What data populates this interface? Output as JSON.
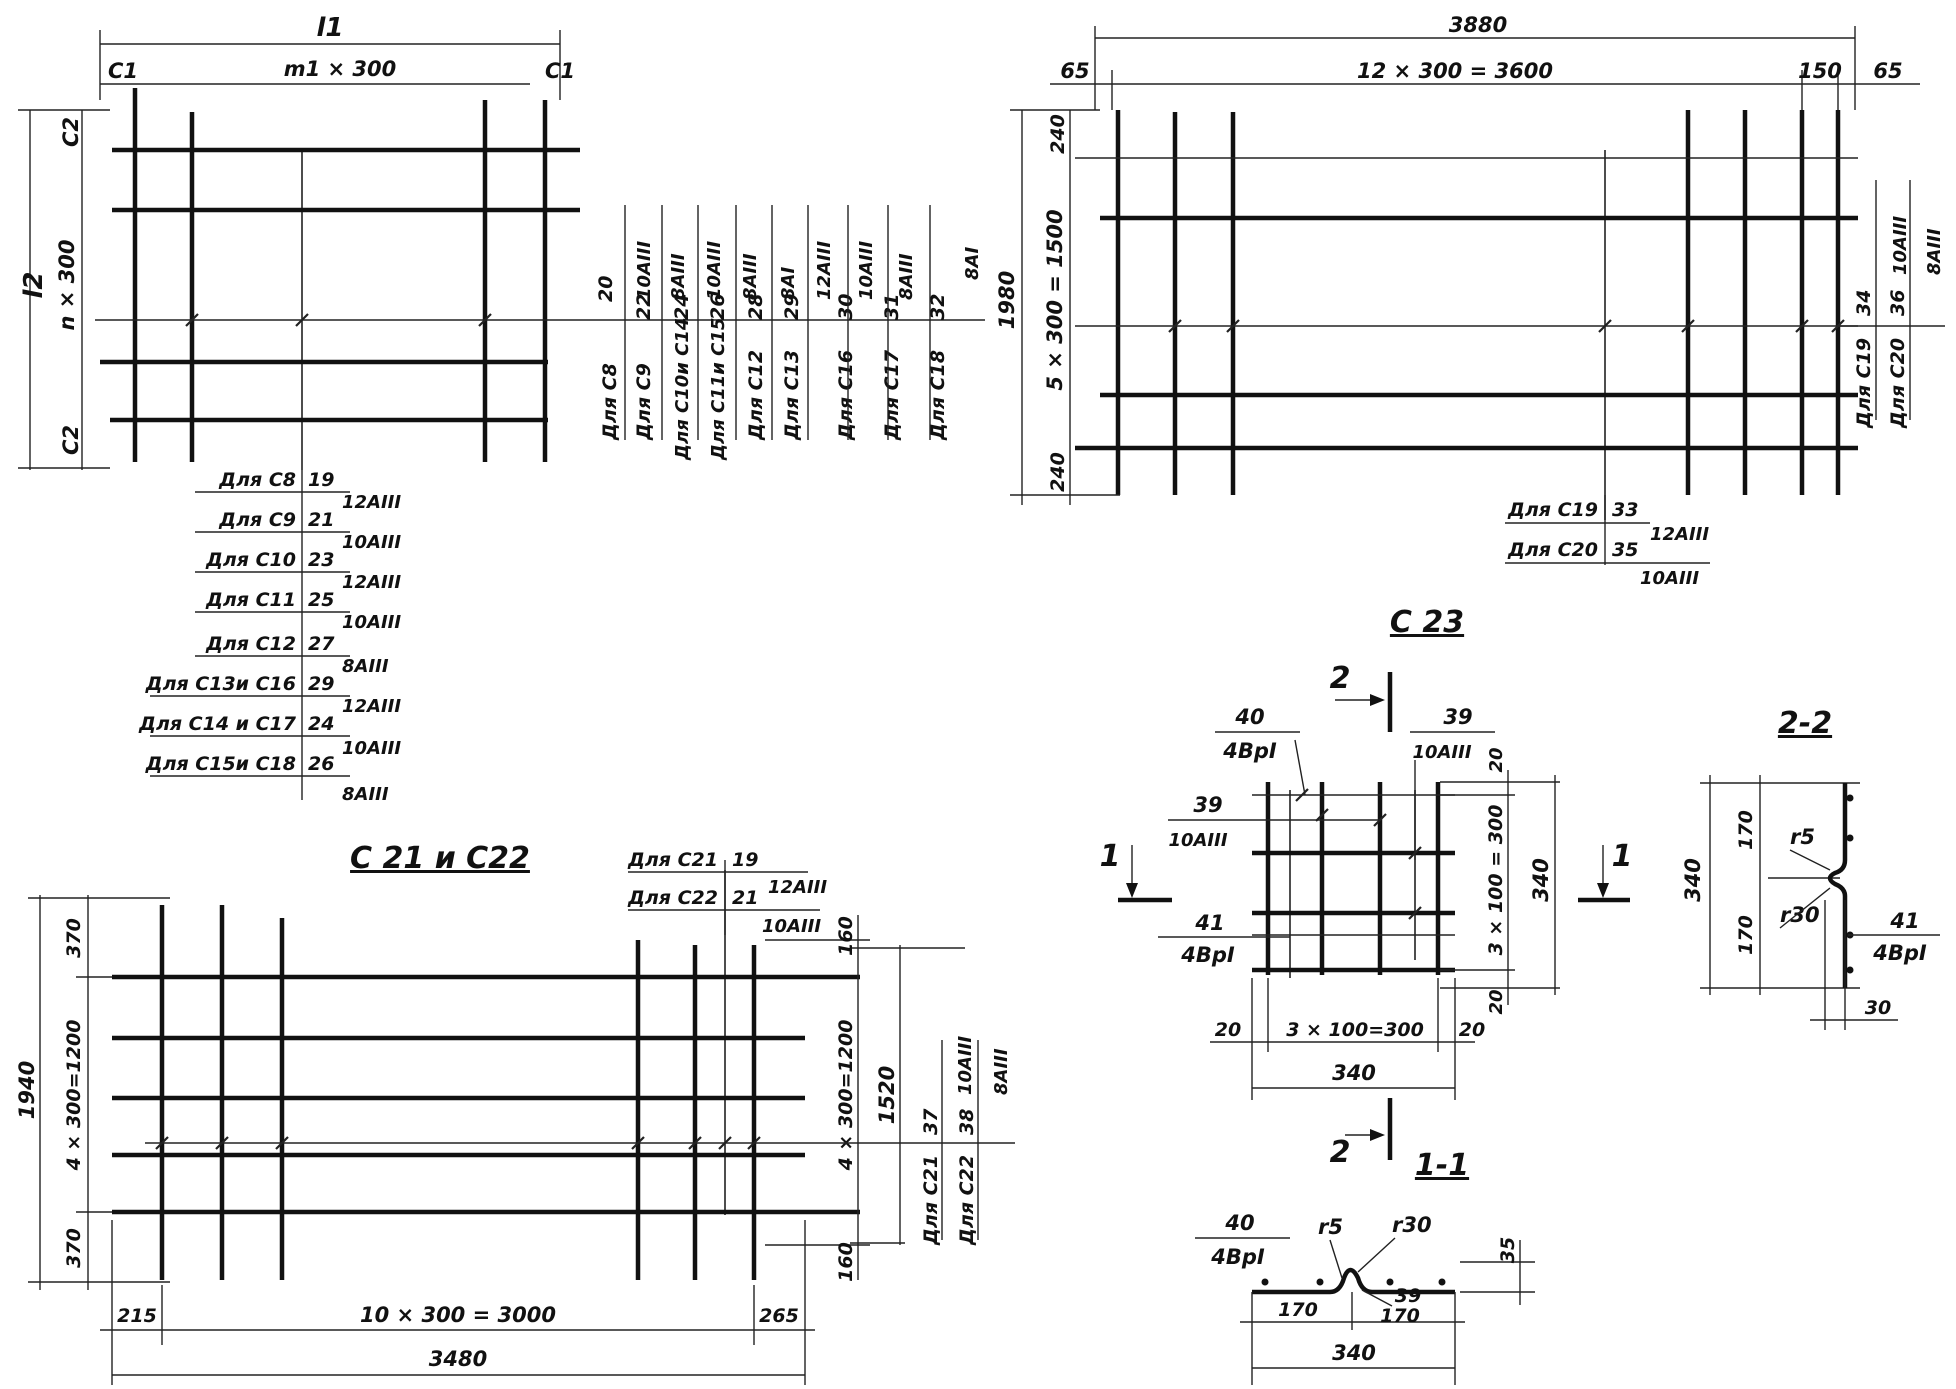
{
  "top_left": {
    "dim_l1": "l1",
    "dim_m1": "m1 × 300",
    "dim_c1_left": "C1",
    "dim_c1_right": "C1",
    "dim_l2": "l2",
    "dim_n": "n × 300",
    "dim_c2_top": "C2",
    "dim_c2_bottom": "C2",
    "callouts": [
      {
        "label": "Для С8",
        "num": "19",
        "mark": ""
      },
      {
        "label": "Для С9",
        "num": "21",
        "mark": "12АIII"
      },
      {
        "label": "Для С10",
        "num": "23",
        "mark": "10АIII"
      },
      {
        "label": "Для С11",
        "num": "25",
        "mark": "12АIII"
      },
      {
        "label": "Для С12",
        "num": "27",
        "mark": "10АIII"
      },
      {
        "label": "Для С13и С16",
        "num": "29",
        "mark": "8АIII"
      },
      {
        "label": "Для С14 и С17",
        "num": "24",
        "mark": "12АIII"
      },
      {
        "label": "Для С15и С18",
        "num": "26",
        "mark": "10АIII"
      }
    ],
    "callout_last_mark": "8АIII",
    "vertical_callouts": [
      {
        "label": "Для С8",
        "num": "20",
        "mark": "10АIII"
      },
      {
        "label": "Для С9",
        "num": "22",
        "mark": "8АIII"
      },
      {
        "label": "Для С10и С14",
        "num": "24",
        "mark": "10АIII"
      },
      {
        "label": "Для С11и С15",
        "num": "26",
        "mark": "8АIII"
      },
      {
        "label": "Для С12",
        "num": "28",
        "mark": "8АI"
      },
      {
        "label": "Для С13",
        "num": "29",
        "mark": "12АIII"
      },
      {
        "label": "Для С16",
        "num": "30",
        "mark": "10АIII"
      },
      {
        "label": "Для С17",
        "num": "31",
        "mark": "8АIII"
      },
      {
        "label": "Для С18",
        "num": "32",
        "mark": "8АI"
      }
    ]
  },
  "top_right": {
    "dim_total": "3880",
    "dim_left": "65",
    "dim_span": "12 × 300 = 3600",
    "dim_150": "150",
    "dim_right": "65",
    "dim_height": "1980",
    "dim_vspan": "5 × 300 = 1500",
    "dim_240_top": "240",
    "dim_240_bottom": "240",
    "callouts": [
      {
        "label": "Для С19",
        "num": "33",
        "mark": "12АIII"
      },
      {
        "label": "Для С20",
        "num": "35",
        "mark": "10АIII"
      }
    ],
    "vertical_callouts": [
      {
        "label": "Для С19",
        "num": "34",
        "mark": "10АIII"
      },
      {
        "label": "Для С20",
        "num": "36",
        "mark": "8АIII"
      }
    ]
  },
  "bottom_left": {
    "title": "С 21  и С22",
    "callouts": [
      {
        "label": "Для С21",
        "num": "19",
        "mark": "12АIII"
      },
      {
        "label": "Для С22",
        "num": "21",
        "mark": "10АIII"
      }
    ],
    "dim_160_top": "160",
    "dim_160_bottom": "160",
    "dim_vspan": "4 × 300=1200",
    "dim_1520": "1520",
    "vertical_callouts": [
      {
        "label": "Для С21",
        "num": "37",
        "mark": "10АIII"
      },
      {
        "label": "Для С22",
        "num": "38",
        "mark": "8АIII"
      }
    ],
    "dim_height": "1940",
    "dim_370_top": "370",
    "dim_left_vspan": "4 × 300=1200",
    "dim_370_bottom": "370",
    "dim_215": "215",
    "dim_span": "10 × 300 = 3000",
    "dim_265": "265",
    "dim_total": "3480"
  },
  "c23": {
    "title": "С 23",
    "section_2": "2",
    "section_1": "1",
    "callout_40_num": "40",
    "callout_40_mark": "4ВрI",
    "callout_39_top_num": "39",
    "callout_39_top_mark": "10АIII",
    "callout_39_mid_num": "39",
    "callout_39_mid_mark": "10АIII",
    "callout_41_num": "41",
    "callout_41_mark": "4ВрI",
    "dim_20_top": "20",
    "dim_vspan": "3 × 100 = 300",
    "dim_340_right": "340",
    "dim_20_right_bottom": "20",
    "dim_20_left": "20",
    "dim_hspan": "3 × 100=300",
    "dim_20_right": "20",
    "dim_340_bottom": "340"
  },
  "section_2_2": {
    "title": "2-2",
    "dim_340": "340",
    "dim_170_top": "170",
    "dim_170_bottom": "170",
    "r5": "r5",
    "r30": "r30",
    "callout_41_num": "41",
    "callout_41_mark": "4ВрI",
    "dim_30": "30"
  },
  "section_1_1": {
    "title": "1-1",
    "callout_40_num": "40",
    "callout_40_mark": "4ВрI",
    "r5": "r5",
    "r30": "r30",
    "dim_35": "35",
    "callout_39": "39",
    "dim_170_left": "170",
    "dim_170_right": "170",
    "dim_340": "340"
  }
}
